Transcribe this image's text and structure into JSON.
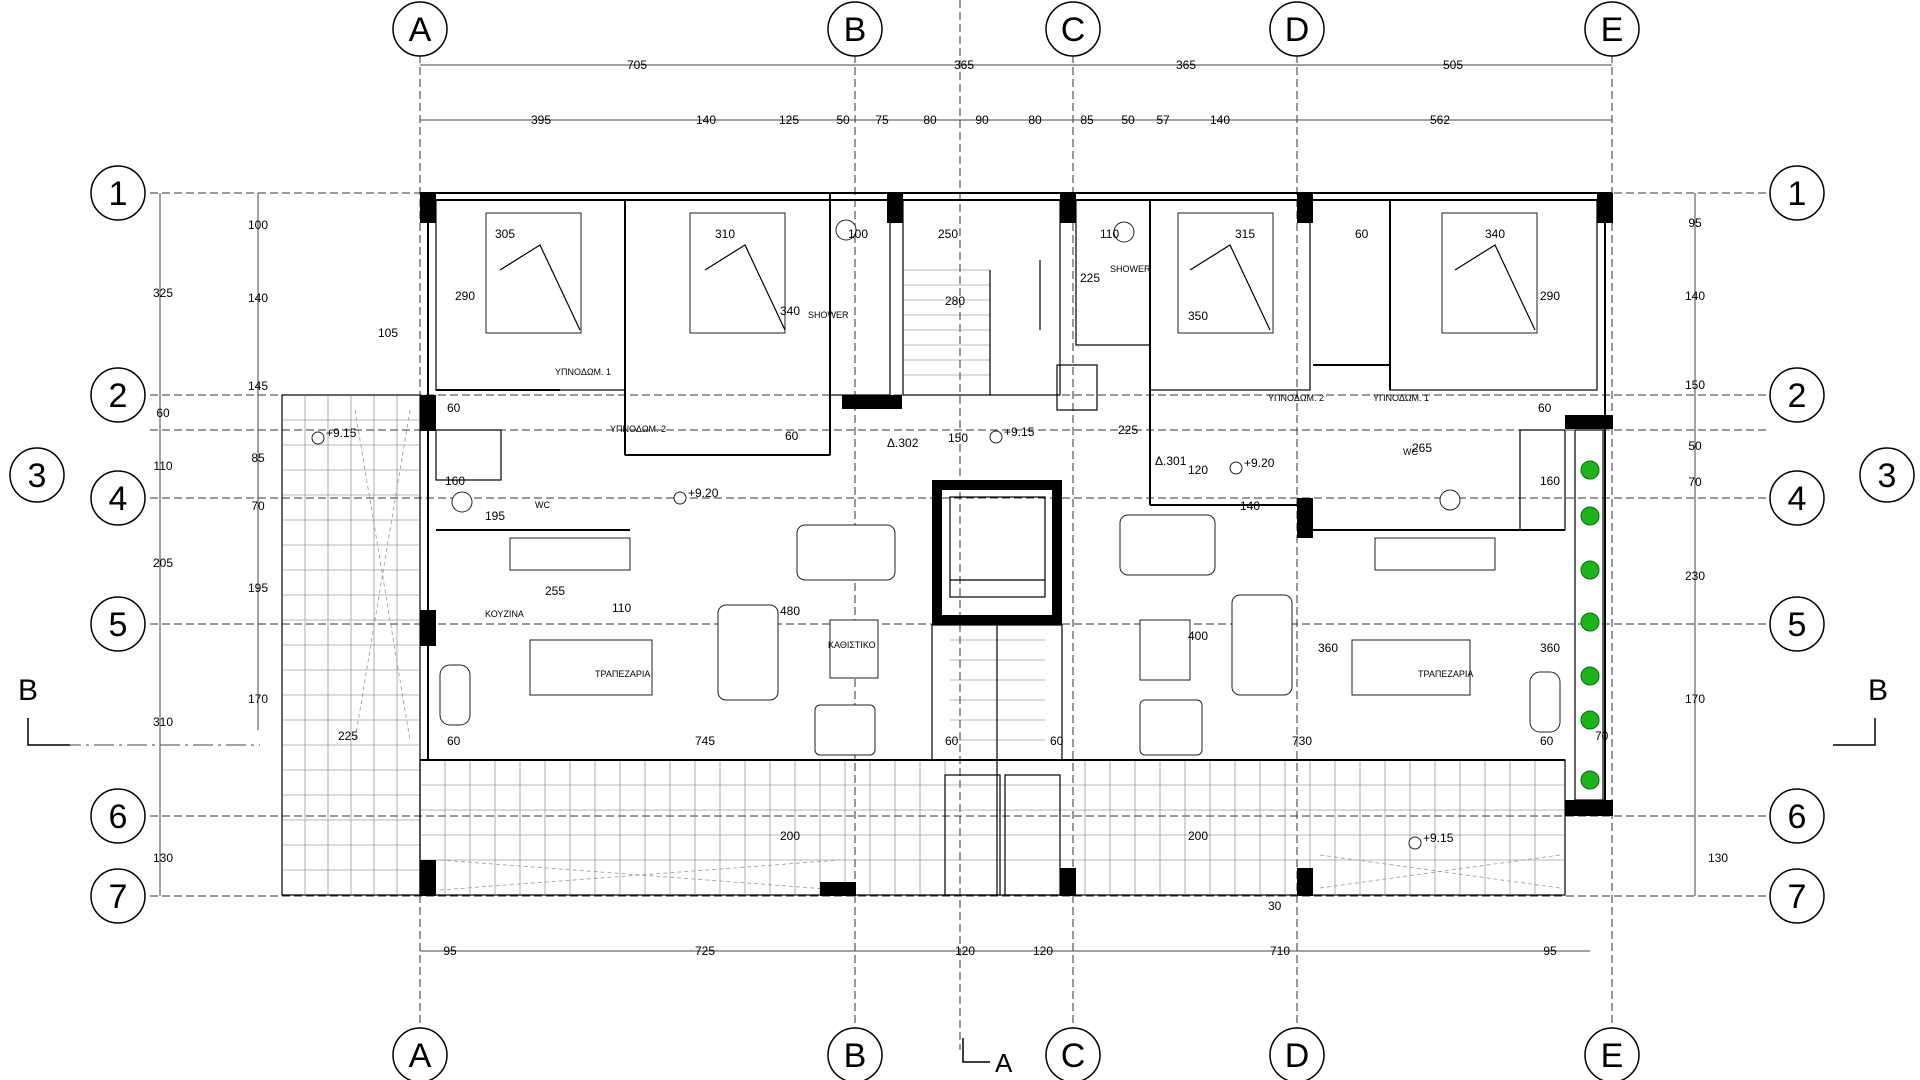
{
  "grid": {
    "columns": [
      "A",
      "B",
      "C",
      "D",
      "E"
    ],
    "rows": [
      "1",
      "2",
      "3",
      "4",
      "5",
      "6",
      "7"
    ]
  },
  "dims": {
    "top_main": [
      "705",
      "365",
      "365",
      "505"
    ],
    "top_sub": [
      "395",
      "140",
      "125",
      "50",
      "75",
      "80",
      "90",
      "80",
      "85",
      "50",
      "57",
      "140",
      "562"
    ],
    "bottom": [
      "95",
      "725",
      "120",
      "120",
      "710",
      "95"
    ],
    "left_outer": [
      "325",
      "60",
      "110",
      "205",
      "310",
      "130"
    ],
    "left_inner": [
      "100",
      "140",
      "145",
      "85",
      "70",
      "195",
      "170"
    ],
    "right": [
      "95",
      "140",
      "150",
      "50",
      "70",
      "230",
      "170",
      "130"
    ],
    "inner": [
      "305",
      "310",
      "100",
      "250",
      "110",
      "315",
      "60",
      "340",
      "290",
      "105",
      "340",
      "280",
      "225",
      "350",
      "290",
      "60",
      "60",
      "150",
      "225",
      "120",
      "265",
      "60",
      "160",
      "195",
      "255",
      "110",
      "480",
      "400",
      "360",
      "360",
      "160",
      "60",
      "745",
      "60",
      "60",
      "730",
      "60",
      "70",
      "200",
      "200",
      "30",
      "140",
      "225"
    ]
  },
  "levels": [
    "+9.15",
    "+9.20",
    "+9.15",
    "+9.20",
    "+9.15"
  ],
  "deltas": [
    "Δ.302",
    "Δ.301"
  ],
  "room_labels": {
    "bed1_left": "ΥΠΝΟΔΩΜ. 1",
    "bed2_left": "ΥΠΝΟΔΩΜ. 2",
    "bed2_right": "ΥΠΝΟΔΩΜ. 2",
    "bed1_right": "ΥΠΝΟΔΩΜ. 1",
    "shower_left": "SHOWER",
    "shower_right": "SHOWER",
    "wc_left": "WC",
    "wc_right": "WC",
    "kitchen": "ΚΟΥΖΙΝΑ",
    "dining_left": "ΤΡΑΠΕΖΑΡΙΑ",
    "dining_right": "ΤΡΑΠΕΖΑΡΙΑ",
    "living": "ΚΑΘΙΣΤΙΚΟ"
  },
  "section_marks": {
    "b_left": "B",
    "b_right": "B",
    "a": "A"
  }
}
